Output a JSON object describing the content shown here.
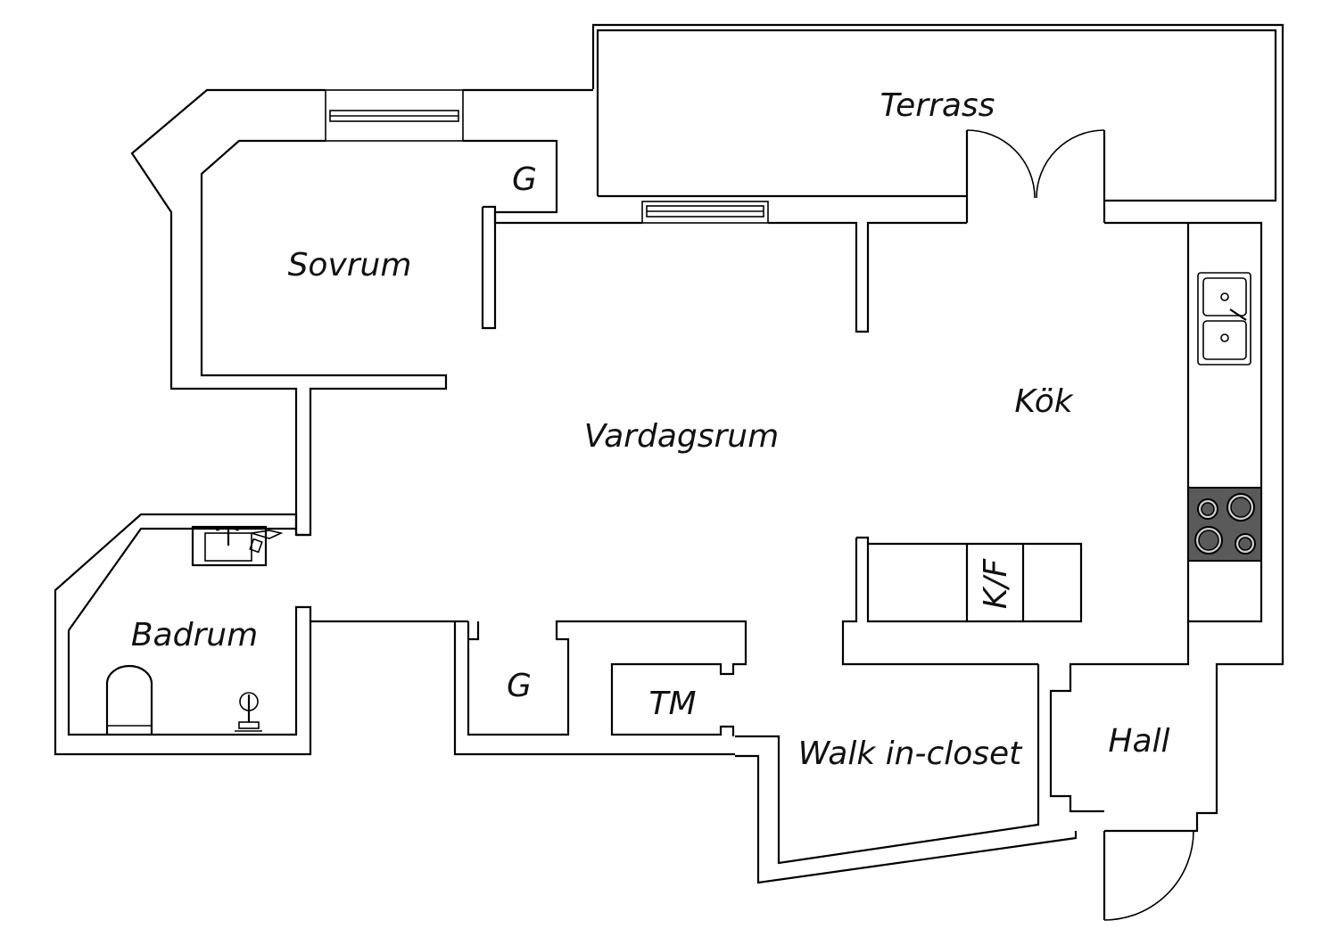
{
  "rooms": {
    "terrass": "Terrass",
    "sovrum": "Sovrum",
    "g_top": "G",
    "vardagsrum": "Vardagsrum",
    "kok": "Kök",
    "badrum": "Badrum",
    "g_bottom": "G",
    "tm": "TM",
    "walk_in_closet": "Walk in-closet",
    "hall": "Hall",
    "kf": "K/F"
  },
  "colors": {
    "stroke": "#000000",
    "stove": "#5a5a5a",
    "background": "#ffffff"
  }
}
